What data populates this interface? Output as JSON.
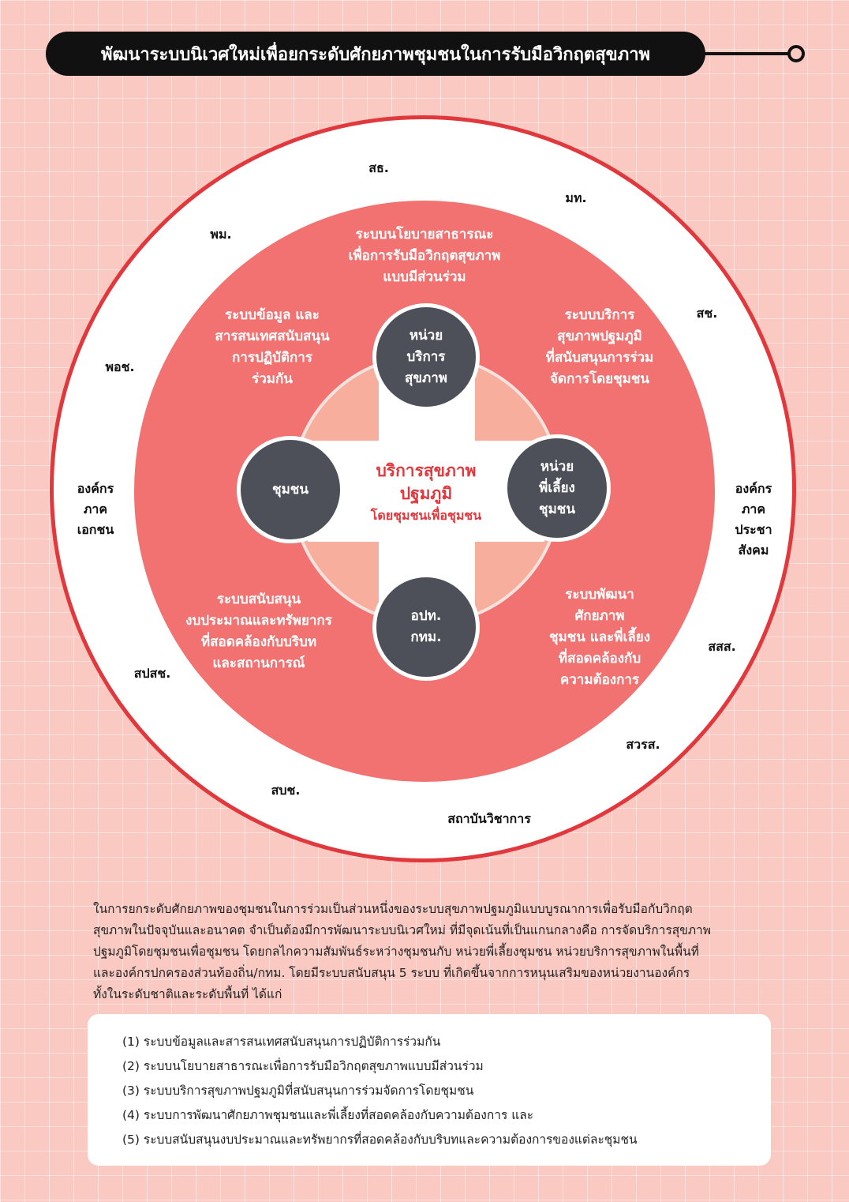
{
  "title": "พัฒนาระบบนิเวศใหม่เพื่อยกระดับศักยภาพชุมชนในการรับมือวิกฤตสุขภาพ",
  "center": {
    "line1": "บริการสุขภาพ",
    "line2": "ปฐมภูมิ",
    "line3": "โดยชุมชนเพื่อชุมชน"
  },
  "nodes": {
    "top": [
      "หน่วย",
      "บริการ",
      "สุขภาพ"
    ],
    "left": [
      "ชุมชน"
    ],
    "right": [
      "หน่วย",
      "พี่เลี้ยง",
      "ชุมชน"
    ],
    "bottom": [
      "อปท.",
      "กทม."
    ]
  },
  "systems": {
    "top": [
      "ระบบนโยบายสาธารณะ",
      "เพื่อการรับมือวิกฤตสุขภาพ",
      "แบบมีส่วนร่วม"
    ],
    "top_left": [
      "ระบบข้อมูล และ",
      "สารสนเทศสนับสนุน",
      "การปฏิบัติการ",
      "ร่วมกัน"
    ],
    "top_right": [
      "ระบบบริการ",
      "สุขภาพปฐมภูมิ",
      "ที่สนับสนุนการร่วม",
      "จัดการโดยชุมชน"
    ],
    "bottom_left": [
      "ระบบสนับสนุน",
      "งบประมาณและทรัพยากร",
      "ที่สอดคล้องกับบริบท",
      "และสถานการณ์"
    ],
    "bottom_right": [
      "ระบบพัฒนา",
      "ศักยภาพ",
      "ชุมชน และพี่เลี้ยง",
      "ที่สอดคล้องกับ",
      "ความต้องการ"
    ]
  },
  "organizations": {
    "sor": "สธ.",
    "mor": "มท.",
    "por": "พม.",
    "sorchor": "สช.",
    "porochor": "พอช.",
    "private_sector": [
      "องค์กร",
      "ภาค",
      "เอกชน"
    ],
    "civil_society": [
      "องค์กร",
      "ภาค",
      "ประชา",
      "สังคม"
    ],
    "sorsorsor": "สสส.",
    "sorporsorchor": "สปสช.",
    "sorworasor": "สวรส.",
    "sorborchor": "สบช.",
    "academic": "สถาบันวิชาการ"
  },
  "paragraph": [
    "ในการยกระดับศักยภาพของชุมชนในการร่วมเป็นส่วนหนึ่งของระบบสุขภาพปฐมภูมิแบบบูรณาการเพื่อรับมือกับวิกฤต",
    "สุขภาพในปัจจุบันและอนาคต จำเป็นต้องมีการพัฒนาระบบนิเวศใหม่ ที่มีจุดเน้นที่เป็นแกนกลางคือ การจัดบริการสุขภาพ",
    "ปฐมภูมิโดยชุมชนเพื่อชุมชน โดยกลไกความสัมพันธ์ระหว่างชุมชนกับ หน่วยพี่เลี้ยงชุมชน หน่วยบริการสุขภาพในพื้นที่",
    "และองค์กรปกครองส่วนท้องถิ่น/กทม. โดยมีระบบสนับสนุน 5 ระบบ ที่เกิดขึ้นจากการหนุนเสริมของหน่วยงานองค์กร",
    "ทั้งในระดับชาติและระดับพื้นที่ ได้แก่"
  ],
  "list": [
    "(1) ระบบข้อมูลและสารสนเทศสนับสนุนการปฏิบัติการร่วมกัน",
    "(2) ระบบนโยบายสาธารณะเพื่อการรับมือวิกฤตสุขภาพแบบมีส่วนร่วม",
    "(3) ระบบบริการสุขภาพปฐมภูมิที่สนับสนุนการร่วมจัดการโดยชุมชน",
    "(4) ระบบการพัฒนาศักยภาพชุมชนและพี่เลี้ยงที่สอดคล้องกับความต้องการ และ",
    "(5) ระบบสนับสนุนงบประมาณและทรัพยากรที่สอดคล้องกับบริบทและความต้องการของแต่ละชุมชน"
  ],
  "colors": {
    "background": "#f9c9c2",
    "ring_border": "#e0383c",
    "inner_circle": "#f27272",
    "core": "#f7ae9c",
    "node": "#4d5058",
    "accent_text": "#e0383c"
  }
}
